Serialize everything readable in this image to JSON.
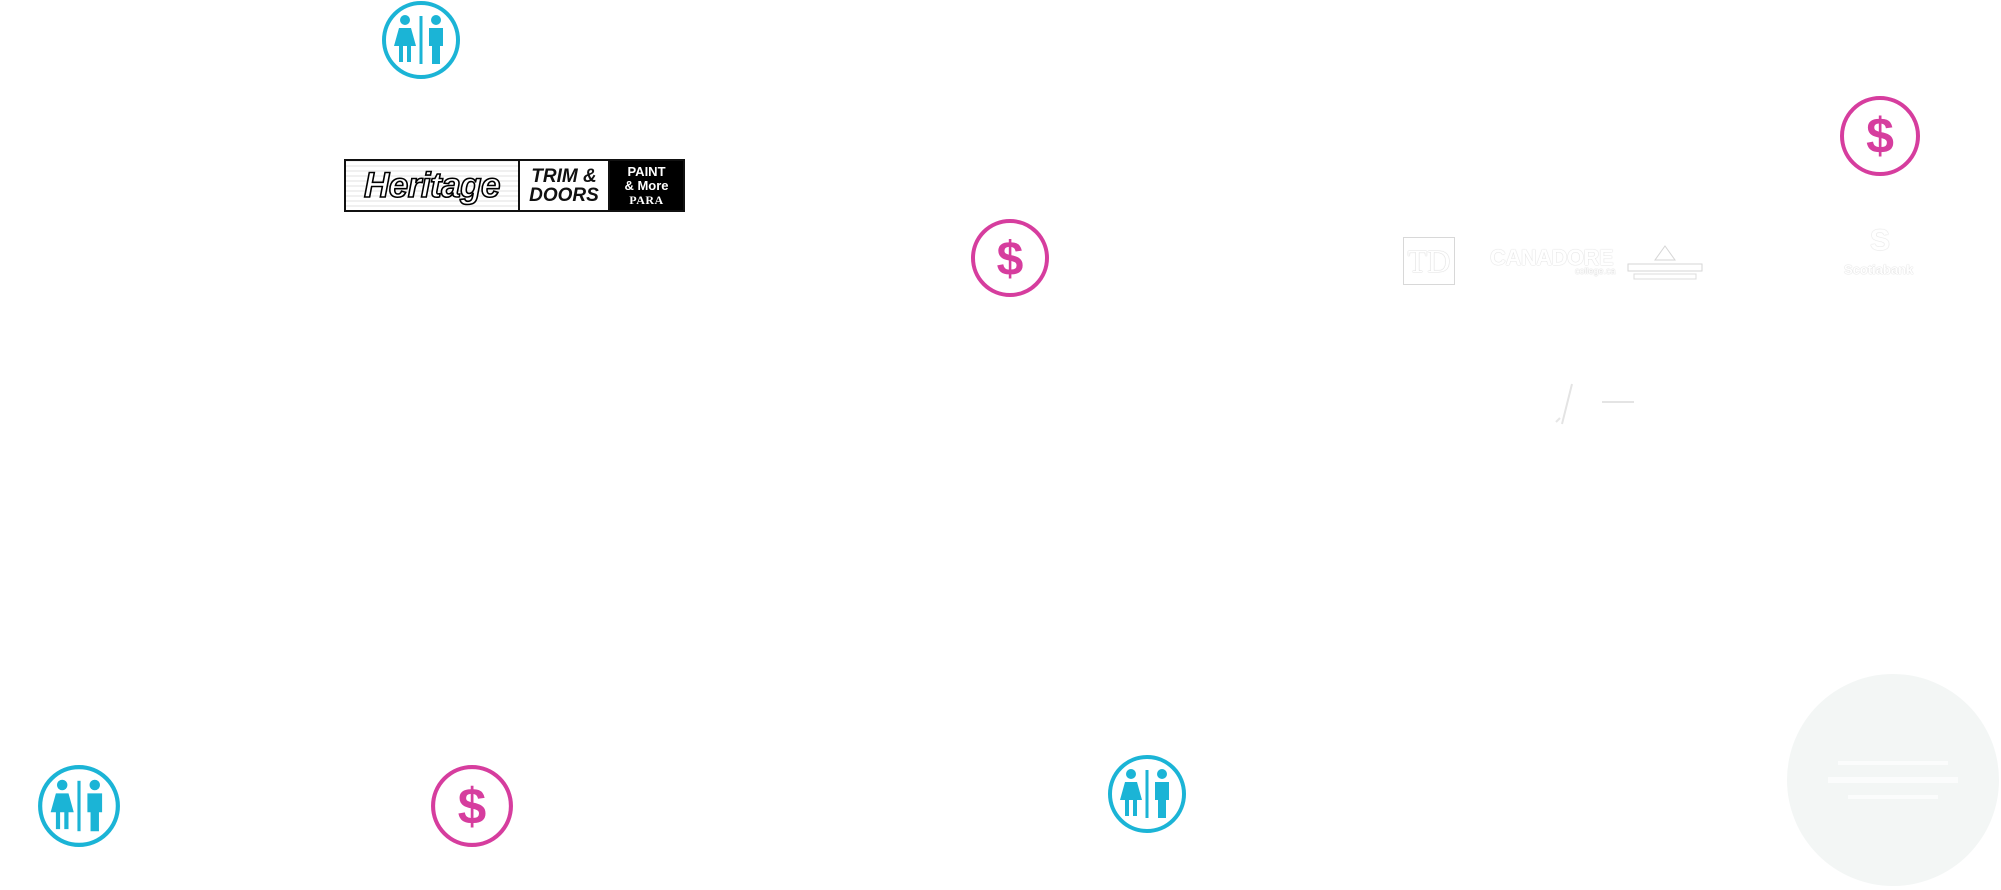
{
  "colors": {
    "washroom": "#1bb4d6",
    "cash": "#d63d9e"
  },
  "markers": [
    {
      "type": "washroom",
      "icon": "washroom-icon"
    },
    {
      "type": "cash",
      "icon": "dollar-icon"
    },
    {
      "type": "cash",
      "icon": "dollar-icon"
    },
    {
      "type": "washroom",
      "icon": "washroom-icon"
    },
    {
      "type": "cash",
      "icon": "dollar-icon"
    },
    {
      "type": "washroom",
      "icon": "washroom-icon"
    }
  ],
  "heritage": {
    "name": "Heritage",
    "trim_line1": "TRIM &",
    "trim_line2": "DOORS",
    "paint_line1": "PAINT",
    "paint_line2": "& More",
    "para": "PARA"
  },
  "sponsors": {
    "td": "TD",
    "canadore": "CANADORE",
    "canadore_sub": "college.ca",
    "scotiabank": "Scotiabank"
  }
}
